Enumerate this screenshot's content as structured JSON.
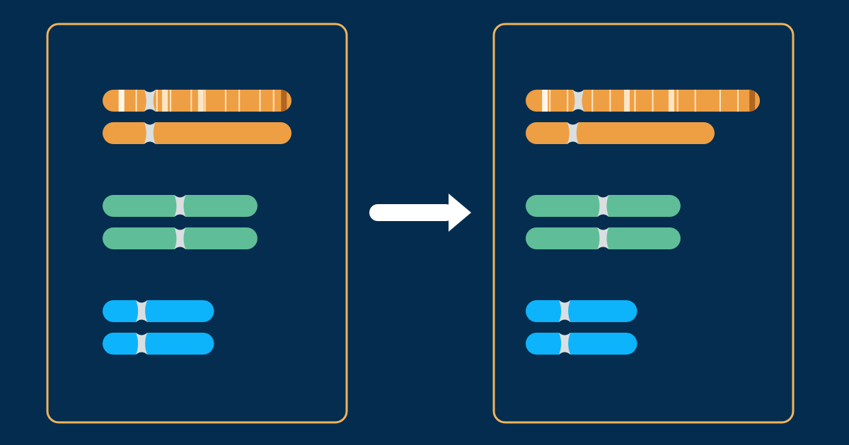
{
  "colors": {
    "background": "#042c4e",
    "panel_fill": "#052d4f",
    "panel_border": "#f0b45c",
    "orange": "#ee9f43",
    "green": "#5fbe98",
    "blue": "#0db4fb",
    "centromere": "#d9dfe0",
    "band_light": "#fff6ea",
    "band_cream": "#ffe5c4",
    "band_dark": "#b06520",
    "arrow": "#ffffff"
  },
  "panels": [
    {
      "name": "before",
      "chromosomes": [
        {
          "name": "orange-chromosome-1",
          "color": "orange",
          "length": 1.0,
          "centromere": 0.25,
          "banded": true,
          "bands": [
            {
              "pos": 0.085,
              "width": 0.055,
              "tone": "band_light"
            },
            {
              "pos": 0.315,
              "width": 0.035,
              "tone": "band_cream"
            },
            {
              "pos": 0.505,
              "width": 0.035,
              "tone": "band_cream"
            },
            {
              "pos": 0.945,
              "width": 0.04,
              "tone": "band_dark"
            }
          ]
        },
        {
          "name": "orange-chromosome-2",
          "color": "orange",
          "length": 1.0,
          "centromere": 0.25,
          "banded": false,
          "bands": []
        },
        {
          "name": "green-chromosome-1",
          "color": "green",
          "length": 0.82,
          "centromere": 0.5,
          "banded": false,
          "bands": []
        },
        {
          "name": "green-chromosome-2",
          "color": "green",
          "length": 0.82,
          "centromere": 0.5,
          "banded": false,
          "bands": []
        },
        {
          "name": "blue-chromosome-1",
          "color": "blue",
          "length": 0.59,
          "centromere": 0.35,
          "banded": false,
          "bands": []
        },
        {
          "name": "blue-chromosome-2",
          "color": "blue",
          "length": 0.59,
          "centromere": 0.35,
          "banded": false,
          "bands": []
        }
      ]
    },
    {
      "name": "after",
      "chromosomes": [
        {
          "name": "orange-chromosome-1",
          "color": "orange",
          "length": 1.24,
          "centromere": 0.225,
          "banded": true,
          "bands": [
            {
              "pos": 0.07,
              "width": 0.045,
              "tone": "band_light"
            },
            {
              "pos": 0.42,
              "width": 0.03,
              "tone": "band_cream"
            },
            {
              "pos": 0.61,
              "width": 0.03,
              "tone": "band_cream"
            },
            {
              "pos": 0.955,
              "width": 0.035,
              "tone": "band_dark"
            }
          ]
        },
        {
          "name": "orange-chromosome-2",
          "color": "orange",
          "length": 1.0,
          "centromere": 0.25,
          "banded": false,
          "bands": []
        },
        {
          "name": "green-chromosome-1",
          "color": "green",
          "length": 0.82,
          "centromere": 0.5,
          "banded": false,
          "bands": []
        },
        {
          "name": "green-chromosome-2",
          "color": "green",
          "length": 0.82,
          "centromere": 0.5,
          "banded": false,
          "bands": []
        },
        {
          "name": "blue-chromosome-1",
          "color": "blue",
          "length": 0.59,
          "centromere": 0.35,
          "banded": false,
          "bands": []
        },
        {
          "name": "blue-chromosome-2",
          "color": "blue",
          "length": 0.59,
          "centromere": 0.35,
          "banded": false,
          "bands": []
        }
      ]
    }
  ],
  "arrow": {
    "direction": "right",
    "icon": "arrow-right-icon"
  }
}
